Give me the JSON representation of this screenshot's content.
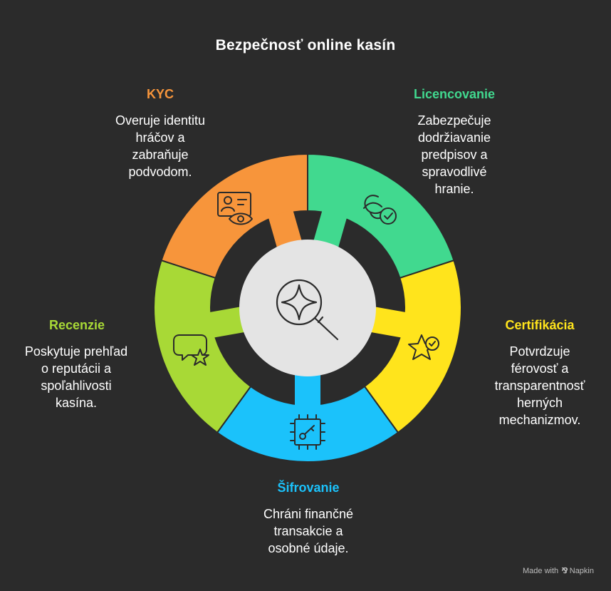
{
  "title": "Bezpečnosť online kasín",
  "colors": {
    "background": "#2b2b2b",
    "kyc": "#f7953b",
    "licensing": "#41d98f",
    "certification": "#ffe41c",
    "encryption": "#1bc2fb",
    "reviews": "#a8d936",
    "center": "#e4e4e4",
    "icon_stroke": "#2b2b2b"
  },
  "segments": [
    {
      "id": "kyc",
      "label": "KYC",
      "description": "Overuje identitu\nhráčov a\nzabraňuje\npodvodom.",
      "icon": "id-card-eye-icon",
      "color": "#f7953b"
    },
    {
      "id": "licensing",
      "label": "Licencovanie",
      "description": "Zabezpečuje\ndodržiavanie\npredpisov a\nspravodlivé\nhranie.",
      "icon": "license-check-icon",
      "color": "#41d98f"
    },
    {
      "id": "certification",
      "label": "Certifikácia",
      "description": "Potvrdzuje\nférovosť a\ntransparentnosť\nherných\nmechanizmov.",
      "icon": "star-check-icon",
      "color": "#ffe41c"
    },
    {
      "id": "encryption",
      "label": "Šifrovanie",
      "description": "Chráni finančné\ntransakcie a\nosobné údaje.",
      "icon": "key-chip-icon",
      "color": "#1bc2fb"
    },
    {
      "id": "reviews",
      "label": "Recenzie",
      "description": "Poskytuje prehľad\no reputácii a\nspoľahlivosti\nkasína.",
      "icon": "chat-star-icon",
      "color": "#a8d936"
    }
  ],
  "center_icon": "magnifier-sparkle-icon",
  "footer": {
    "made_with": "Made with",
    "brand": "Napkin"
  }
}
